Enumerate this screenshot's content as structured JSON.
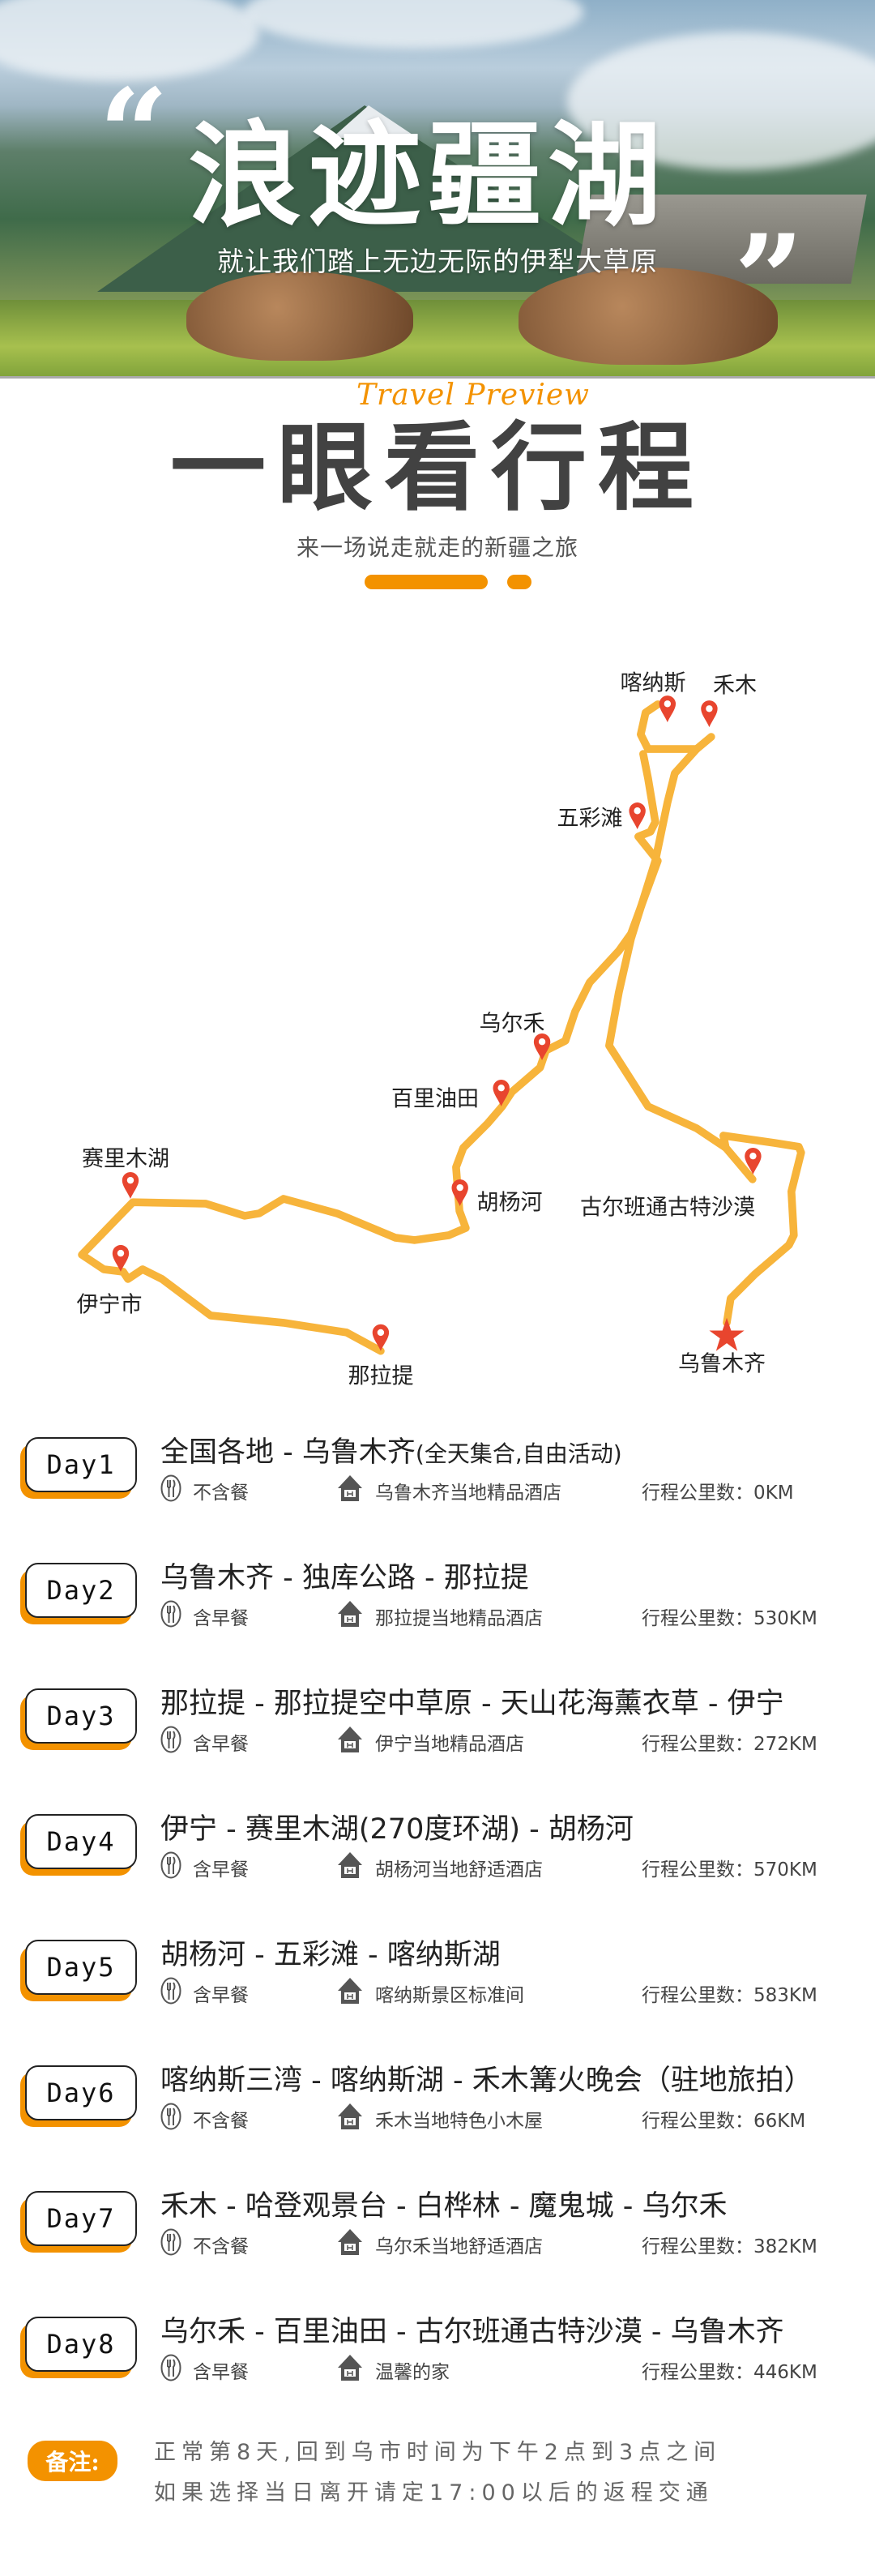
{
  "hero": {
    "title": "浪迹疆湖",
    "subtitle": "就让我们踏上无边无际的伊犁大草原",
    "open_quote": "“",
    "close_quote": "”"
  },
  "section": {
    "script_text": "Travel Preview",
    "heading": "一眼看行程",
    "subheading": "来一场说走就走的新疆之旅",
    "accent_color": "#f39200"
  },
  "map": {
    "route_color": "#f7b43b",
    "pin_color": "#e8452e",
    "places": {
      "kanas": "喀纳斯",
      "hemu": "禾木",
      "wucaitan": "五彩滩",
      "wuerhe": "乌尔禾",
      "baili": "百里油田",
      "huyanghe": "胡杨河",
      "desert": "古尔班通古特沙漠",
      "urumqi": "乌鲁木齐",
      "sayram": "赛里木湖",
      "yining": "伊宁市",
      "nalati": "那拉提"
    }
  },
  "days": [
    {
      "label": "Day1",
      "title": "全国各地 - 乌鲁木齐",
      "title_note": "(全天集合,自由活动)",
      "meal": "不含餐",
      "hotel": "乌鲁木齐当地精品酒店",
      "distance": "行程公里数：0KM"
    },
    {
      "label": "Day2",
      "title": "乌鲁木齐 - 独库公路 - 那拉提",
      "title_note": "",
      "meal": "含早餐",
      "hotel": "那拉提当地精品酒店",
      "distance": "行程公里数：530KM"
    },
    {
      "label": "Day3",
      "title": "那拉提 - 那拉提空中草原 - 天山花海薰衣草 - 伊宁",
      "title_note": "",
      "meal": "含早餐",
      "hotel": "伊宁当地精品酒店",
      "distance": "行程公里数：272KM"
    },
    {
      "label": "Day4",
      "title": "伊宁 - 赛里木湖(270度环湖) - 胡杨河",
      "title_note": "",
      "meal": "含早餐",
      "hotel": "胡杨河当地舒适酒店",
      "distance": "行程公里数：570KM"
    },
    {
      "label": "Day5",
      "title": "胡杨河 - 五彩滩 - 喀纳斯湖",
      "title_note": "",
      "meal": "含早餐",
      "hotel": "喀纳斯景区标准间",
      "distance": "行程公里数：583KM"
    },
    {
      "label": "Day6",
      "title": "喀纳斯三湾 - 喀纳斯湖 - 禾木篝火晚会（驻地旅拍）",
      "title_note": "",
      "meal": "不含餐",
      "hotel": "禾木当地特色小木屋",
      "distance": "行程公里数：66KM"
    },
    {
      "label": "Day7",
      "title": "禾木 - 哈登观景台 - 白桦林 - 魔鬼城 - 乌尔禾",
      "title_note": "",
      "meal": "不含餐",
      "hotel": "乌尔禾当地舒适酒店",
      "distance": "行程公里数：382KM"
    },
    {
      "label": "Day8",
      "title": "乌尔禾 - 百里油田 - 古尔班通古特沙漠 - 乌鲁木齐",
      "title_note": "",
      "meal": "含早餐",
      "hotel": "温馨的家",
      "distance": "行程公里数：446KM"
    }
  ],
  "note": {
    "badge": "备注:",
    "lines": [
      "正常第8天,回到乌市时间为下午2点到3点之间",
      "如果选择当日离开请定17:00以后的返程交通"
    ]
  }
}
